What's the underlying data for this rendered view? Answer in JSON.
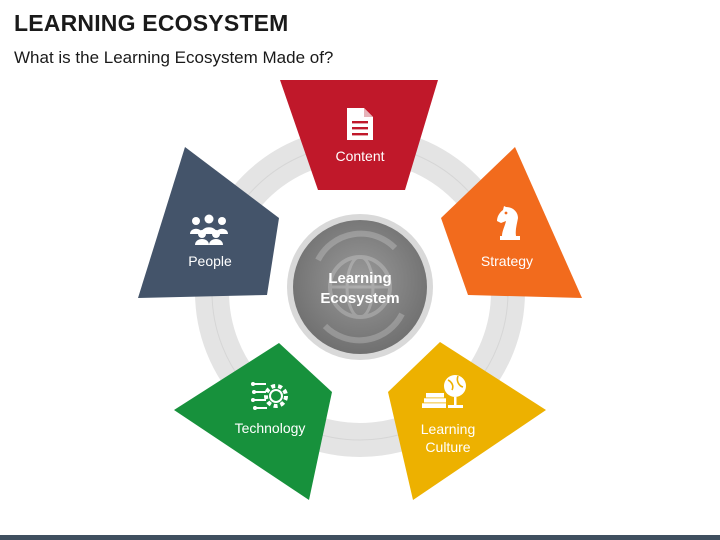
{
  "header": {
    "title": "LEARNING ECOSYSTEM",
    "subtitle": "What is the Learning Ecosystem Made of?"
  },
  "center": {
    "line1": "Learning",
    "line2": "Ecosystem",
    "icon": "globe-cycle-icon",
    "color": "#7f7f7f"
  },
  "segments": [
    {
      "id": "content",
      "lines": [
        "Content"
      ],
      "color": "#c0182a",
      "icon": "document-icon"
    },
    {
      "id": "strategy",
      "lines": [
        "Strategy"
      ],
      "color": "#f26b1d",
      "icon": "chess-knight-icon"
    },
    {
      "id": "culture",
      "lines": [
        "Learning",
        "Culture"
      ],
      "color": "#edb100",
      "icon": "globe-books-icon"
    },
    {
      "id": "technology",
      "lines": [
        "Technology"
      ],
      "color": "#17913c",
      "icon": "circuit-gear-icon"
    },
    {
      "id": "people",
      "lines": [
        "People"
      ],
      "color": "#44546a",
      "icon": "people-group-icon"
    }
  ],
  "ring_color": "#e4e4e4",
  "bottom_bar_color": "#3f4f5f"
}
